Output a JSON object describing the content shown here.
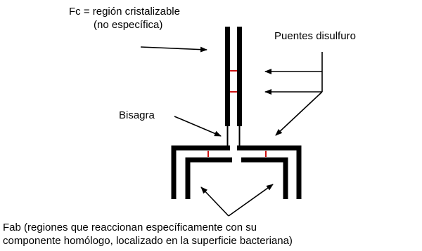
{
  "labels": {
    "fc_line1": "Fc = región cristalizable",
    "fc_line2": "(no específica)",
    "disulfide": "Puentes disulfuro",
    "hinge": "Bisagra",
    "fab_line1": "Fab (regiones que reaccionan específicamente con su",
    "fab_line2": "componente homólogo, localizado en la superficie bacteriana)"
  },
  "colors": {
    "chain": "#000000",
    "disulfide_bond": "#cc1111",
    "background": "#ffffff"
  }
}
